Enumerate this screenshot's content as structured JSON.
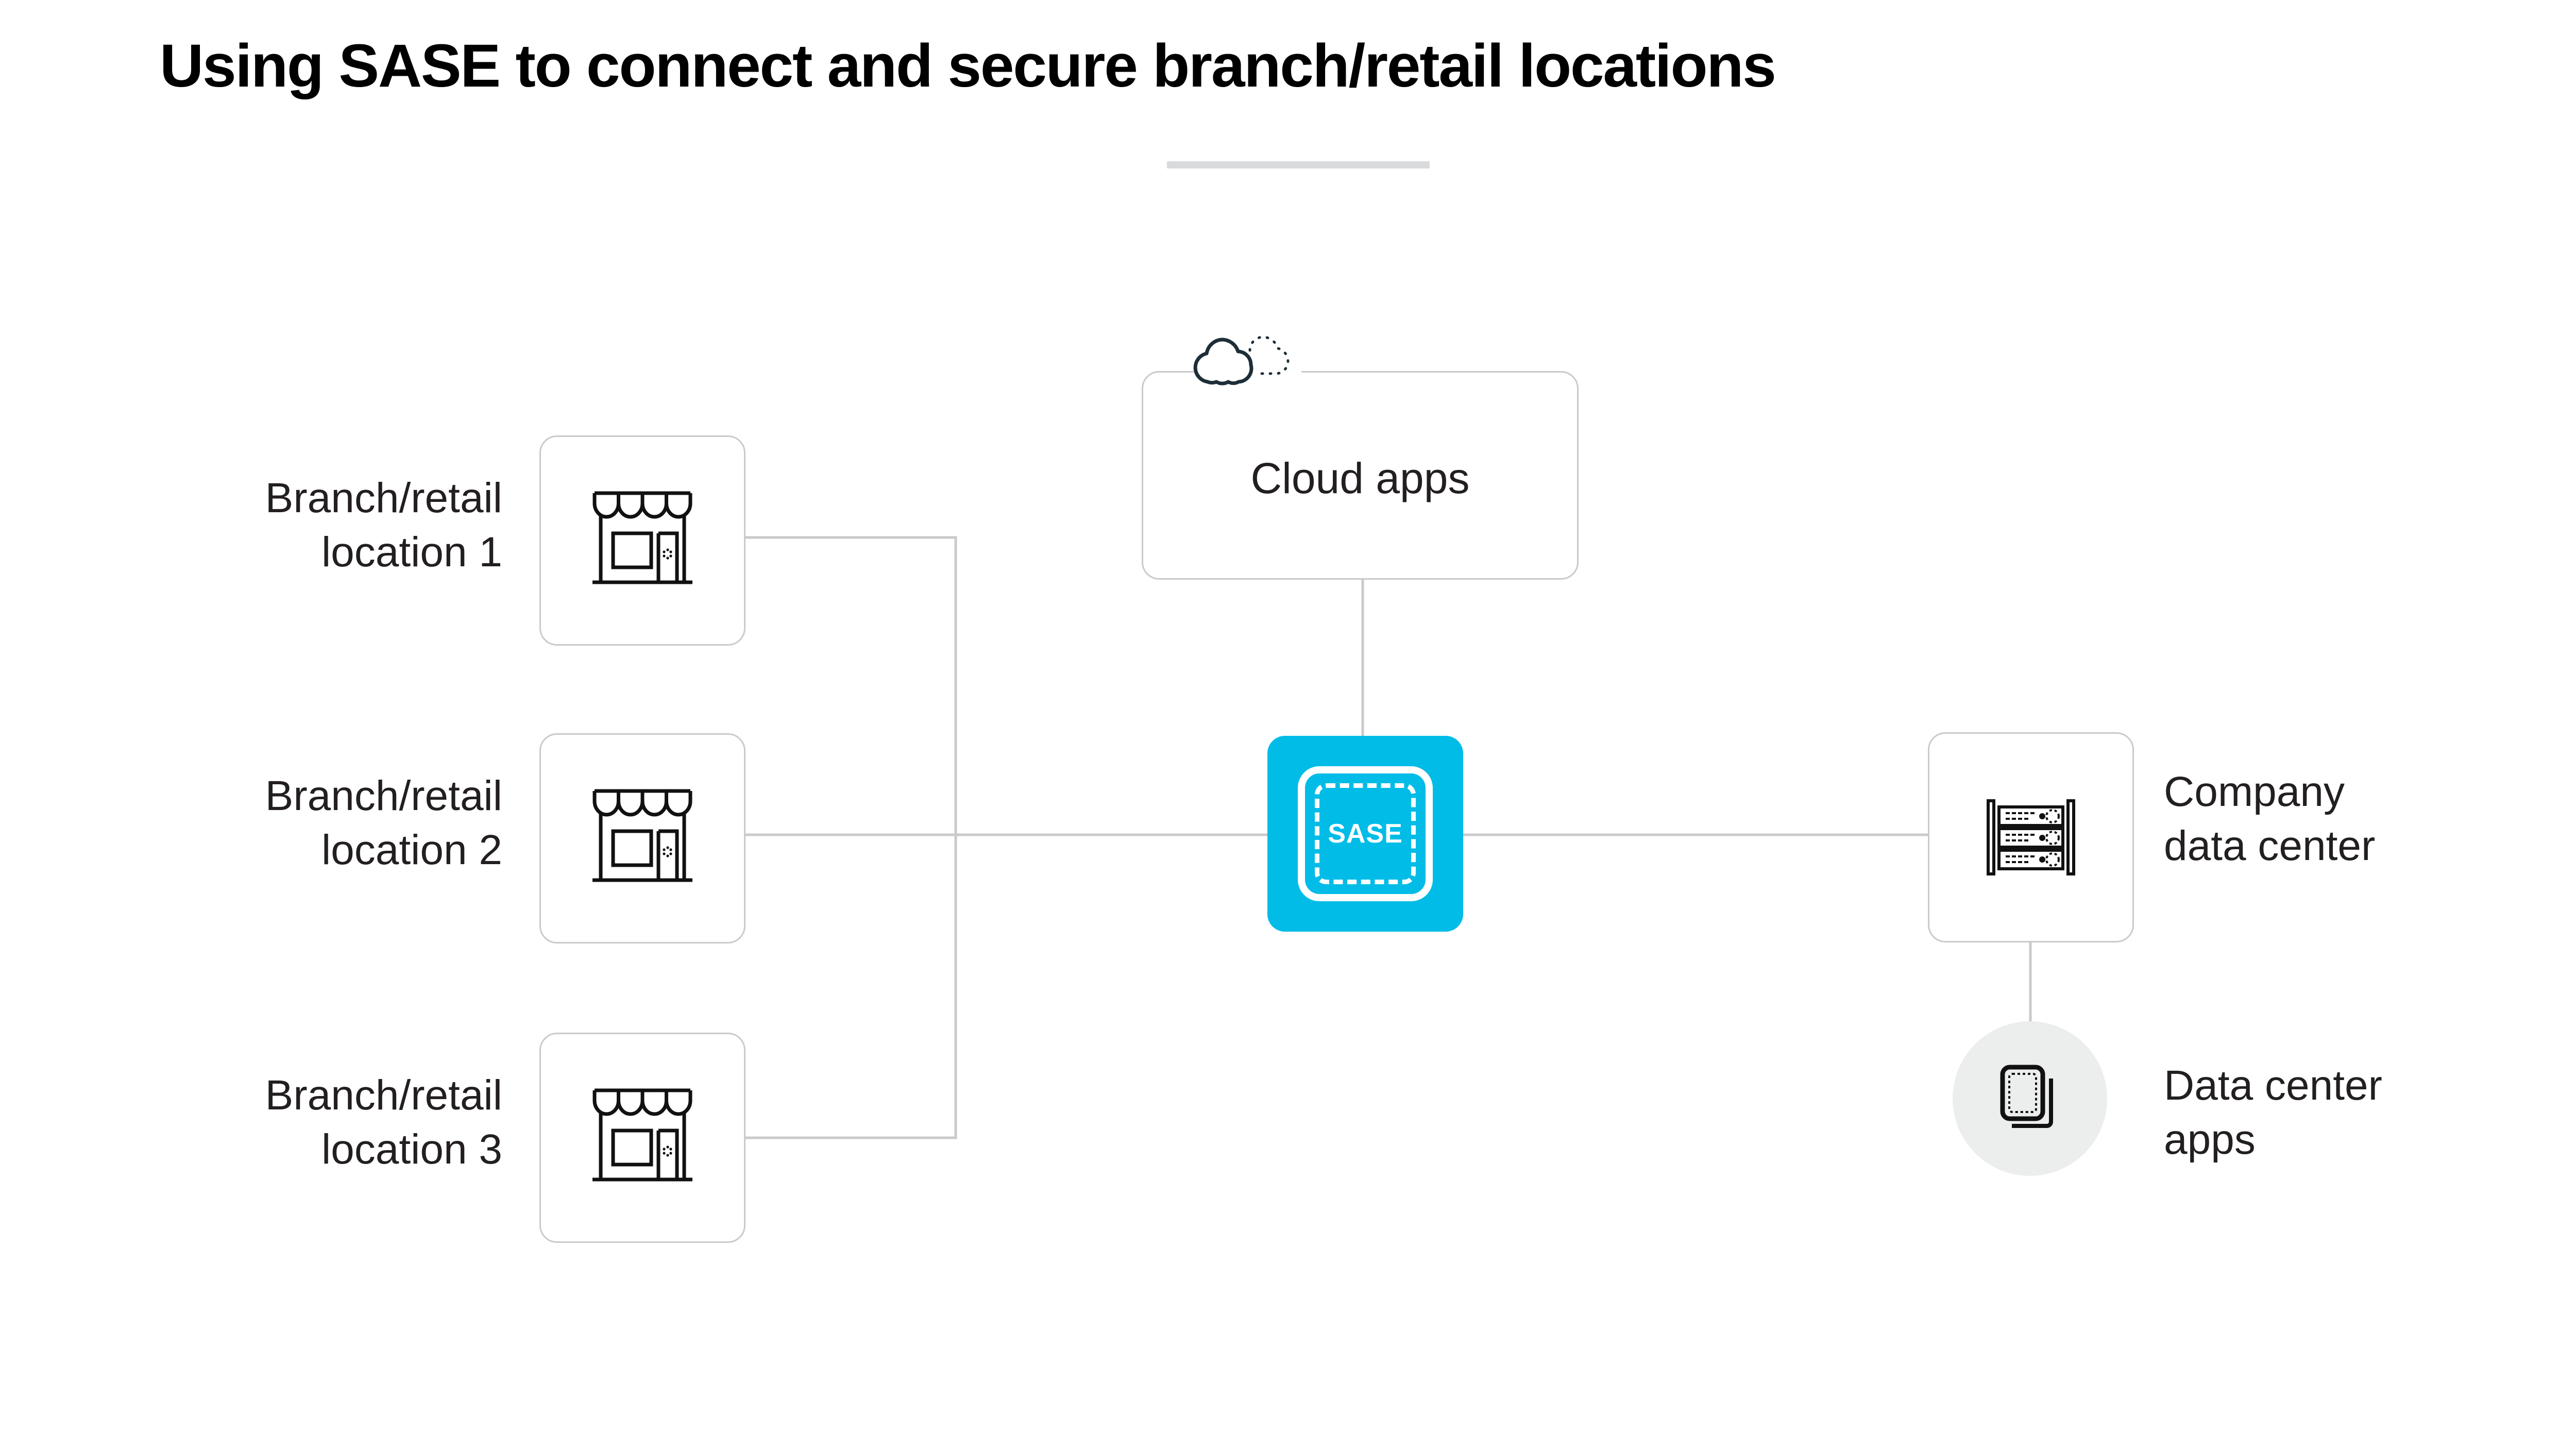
{
  "page": {
    "title": "Using SASE to connect and secure branch/retail locations",
    "background_color": "#ffffff",
    "accent_color": "#00bce7",
    "line_color": "#c9cacb",
    "text_color": "#231f20"
  },
  "diagram": {
    "branches": [
      {
        "label_line1": "Branch/retail",
        "label_line2": "location 1",
        "icon": "storefront-icon"
      },
      {
        "label_line1": "Branch/retail",
        "label_line2": "location 2",
        "icon": "storefront-icon"
      },
      {
        "label_line1": "Branch/retail",
        "label_line2": "location 3",
        "icon": "storefront-icon"
      }
    ],
    "cloud_apps": {
      "label": "Cloud apps",
      "icon": "cloud-icon"
    },
    "sase": {
      "label": "SASE",
      "icon": "sase-shield-icon",
      "color": "#00bce7"
    },
    "company_data_center": {
      "label_line1": "Company",
      "label_line2": "data center",
      "icon": "server-rack-icon"
    },
    "data_center_apps": {
      "label_line1": "Data center",
      "label_line2": "apps",
      "icon": "app-card-icon"
    }
  }
}
